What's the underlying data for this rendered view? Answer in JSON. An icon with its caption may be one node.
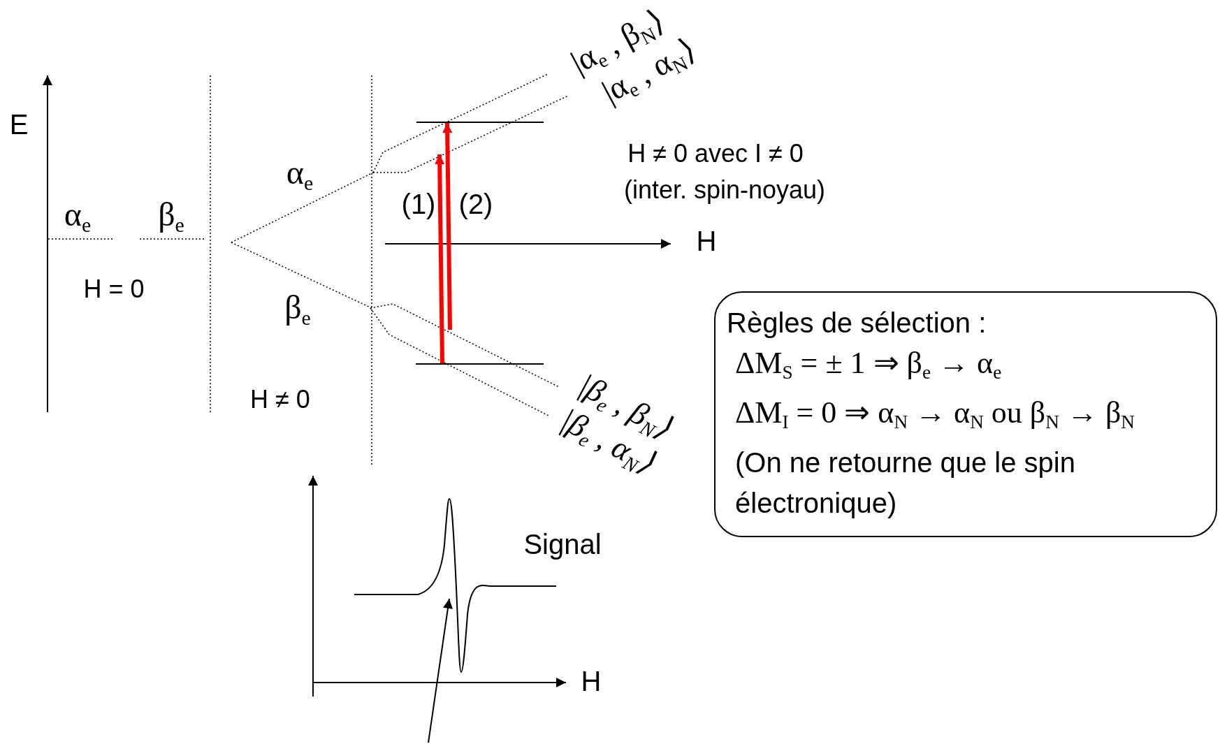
{
  "diagram": {
    "nodes": [
      {
        "text": [
          "Règles de sélection :",
          "ΔM$_{S}$ = ± 1  ⇒ β$_{e}$ → α$_{e}$",
          "ΔM$_{I}$ =  0 ⇒ α$_{N}$ → α$_{N}$ ou β$_{N}$ → β$_{N}$",
          "(On ne retourne que le spin électronique)"
        ]
      }
    ],
    "labels": [
      "E",
      "α$_{e}$",
      "β$_{e}$",
      "H = 0",
      "α$_{e}$",
      "β$_{e}$",
      "H ≠ 0",
      "|α$_{e}$ , β$_{N}$⟩",
      "|α$_{e}$ , α$_{N}$⟩",
      "H ≠ 0 avec I ≠ 0",
      "(inter. spin-noyau)",
      "(1)",
      "(2)",
      "H",
      "|β$_{e}$ , β$_{N}$⟩",
      "|β$_{e}$ , α$_{N}$⟩",
      "Signal",
      "H"
    ]
  }
}
